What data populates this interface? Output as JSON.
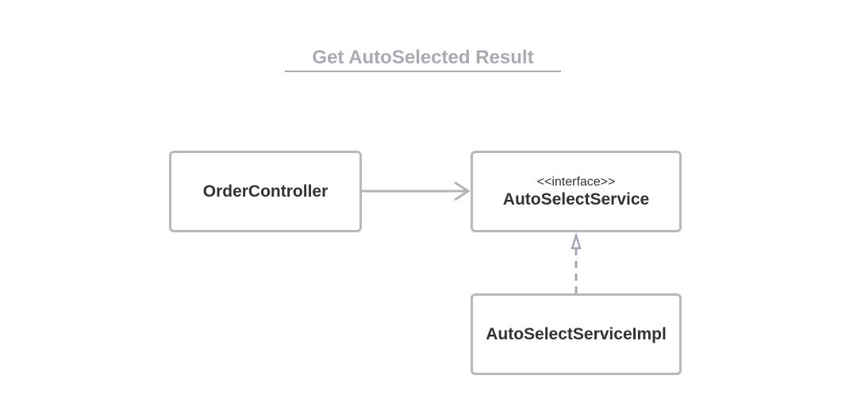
{
  "diagram": {
    "title": "Get AutoSelected Result",
    "nodes": {
      "order_controller": {
        "name": "OrderController"
      },
      "auto_select_service": {
        "stereotype": "<<interface>>",
        "name": "AutoSelectService"
      },
      "auto_select_service_impl": {
        "name": "AutoSelectServiceImpl"
      }
    },
    "edges": [
      {
        "from": "OrderController",
        "to": "AutoSelectService",
        "kind": "association"
      },
      {
        "from": "AutoSelectServiceImpl",
        "to": "AutoSelectService",
        "kind": "realization"
      }
    ],
    "colors": {
      "title": "#a8abb4",
      "border": "#b9b9bd",
      "text": "#333333",
      "association": "#b4b4b8",
      "realization": "#a3a6b8"
    }
  }
}
